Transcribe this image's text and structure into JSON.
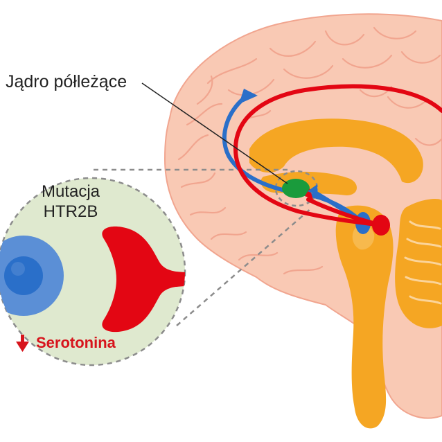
{
  "labels": {
    "nucleus": "Jądro półleżące",
    "mutation_line1": "Mutacja",
    "mutation_line2": "HTR2B",
    "serotonin": "Serotonina"
  },
  "icons": {
    "serotonin_indicator": "down-arrow-icon"
  },
  "colors": {
    "brain_pink": "#f9c9b4",
    "brain_outline": "#f1a58f",
    "orange_structure": "#f5a623",
    "dopamine_pathway_red": "#e30613",
    "serotonin_pathway_blue": "#2a6fc9",
    "nucleus_green": "#1a9b3c",
    "inset_background": "#dfe9cf",
    "text_dark": "#222222",
    "text_red": "#d7141c"
  }
}
